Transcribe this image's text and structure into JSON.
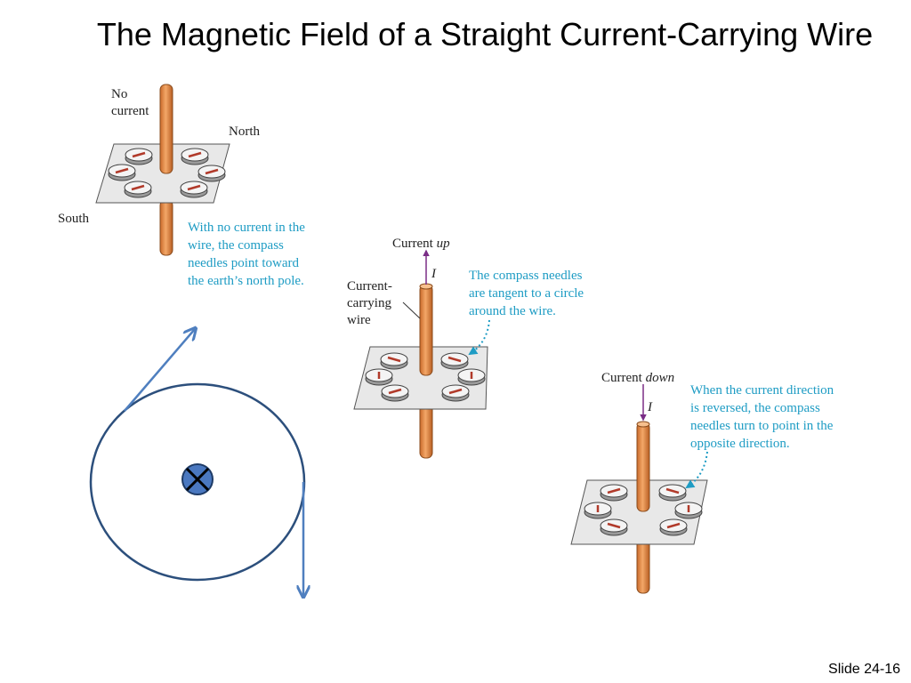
{
  "slide": {
    "title": "The Magnetic Field of a Straight Current-Carrying Wire",
    "number": "Slide 24-16"
  },
  "panel_a": {
    "label_no_current_1": "No",
    "label_no_current_2": "current",
    "label_north": "North",
    "label_south": "South",
    "caption": [
      "With no current in the",
      "wire, the compass",
      "needles point toward",
      "the earth’s north pole."
    ]
  },
  "panel_b": {
    "label_current": "Current ",
    "label_direction": "up",
    "label_i": "I",
    "label_wire": [
      "Current-",
      "carrying",
      "wire"
    ],
    "caption": [
      "The compass needles",
      "are tangent to a circle",
      "around the wire."
    ]
  },
  "panel_c": {
    "label_current": "Current ",
    "label_direction": "down",
    "label_i": "I",
    "caption": [
      "When the current direction",
      "is reversed, the compass",
      "needles turn to point in the",
      "opposite direction."
    ]
  },
  "colors": {
    "copper": "#e8904a",
    "caption_blue": "#1e9cc4",
    "field_blue": "#2c4f7c",
    "arrow_blue": "#4f7fbf",
    "wire_symbol": "#4a78c0",
    "current_arrow": "#7a2d86"
  }
}
